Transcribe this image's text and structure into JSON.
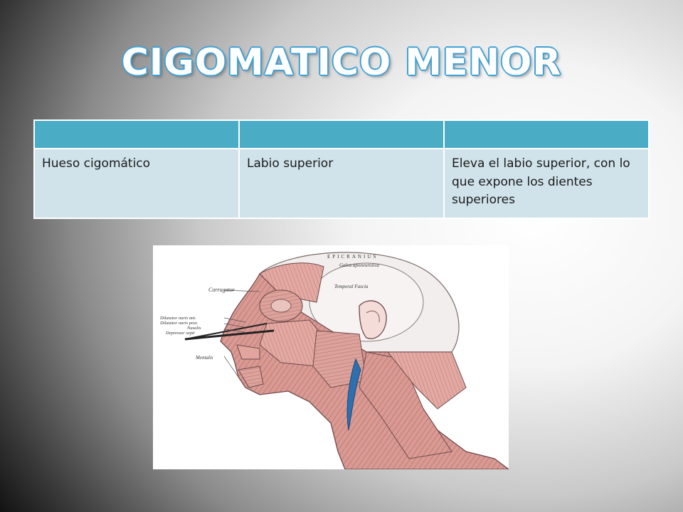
{
  "slide": {
    "title": "CIGOMATICO MENOR"
  },
  "table": {
    "headers": [
      "",
      "",
      ""
    ],
    "rows": [
      [
        "Hueso cigomático",
        "Labio superior",
        "Eleva el labio superior, con lo que expone los dientes superiores"
      ]
    ]
  },
  "figure": {
    "icon": "anatomical-head-neck-muscles-illustration",
    "labels": {
      "corrugator": "Corrugator",
      "dilatator_ant": "Dilatator naris ant.",
      "dilatator_post": "Dilatator naris post.",
      "nasalis": "Nasalis",
      "depressor": "Depressor septi",
      "mentalis": "Mentalis",
      "epicranius": "EPICRANIUS",
      "galea": "Galea aponeurotica",
      "temporal": "Temporal Fascia"
    }
  }
}
